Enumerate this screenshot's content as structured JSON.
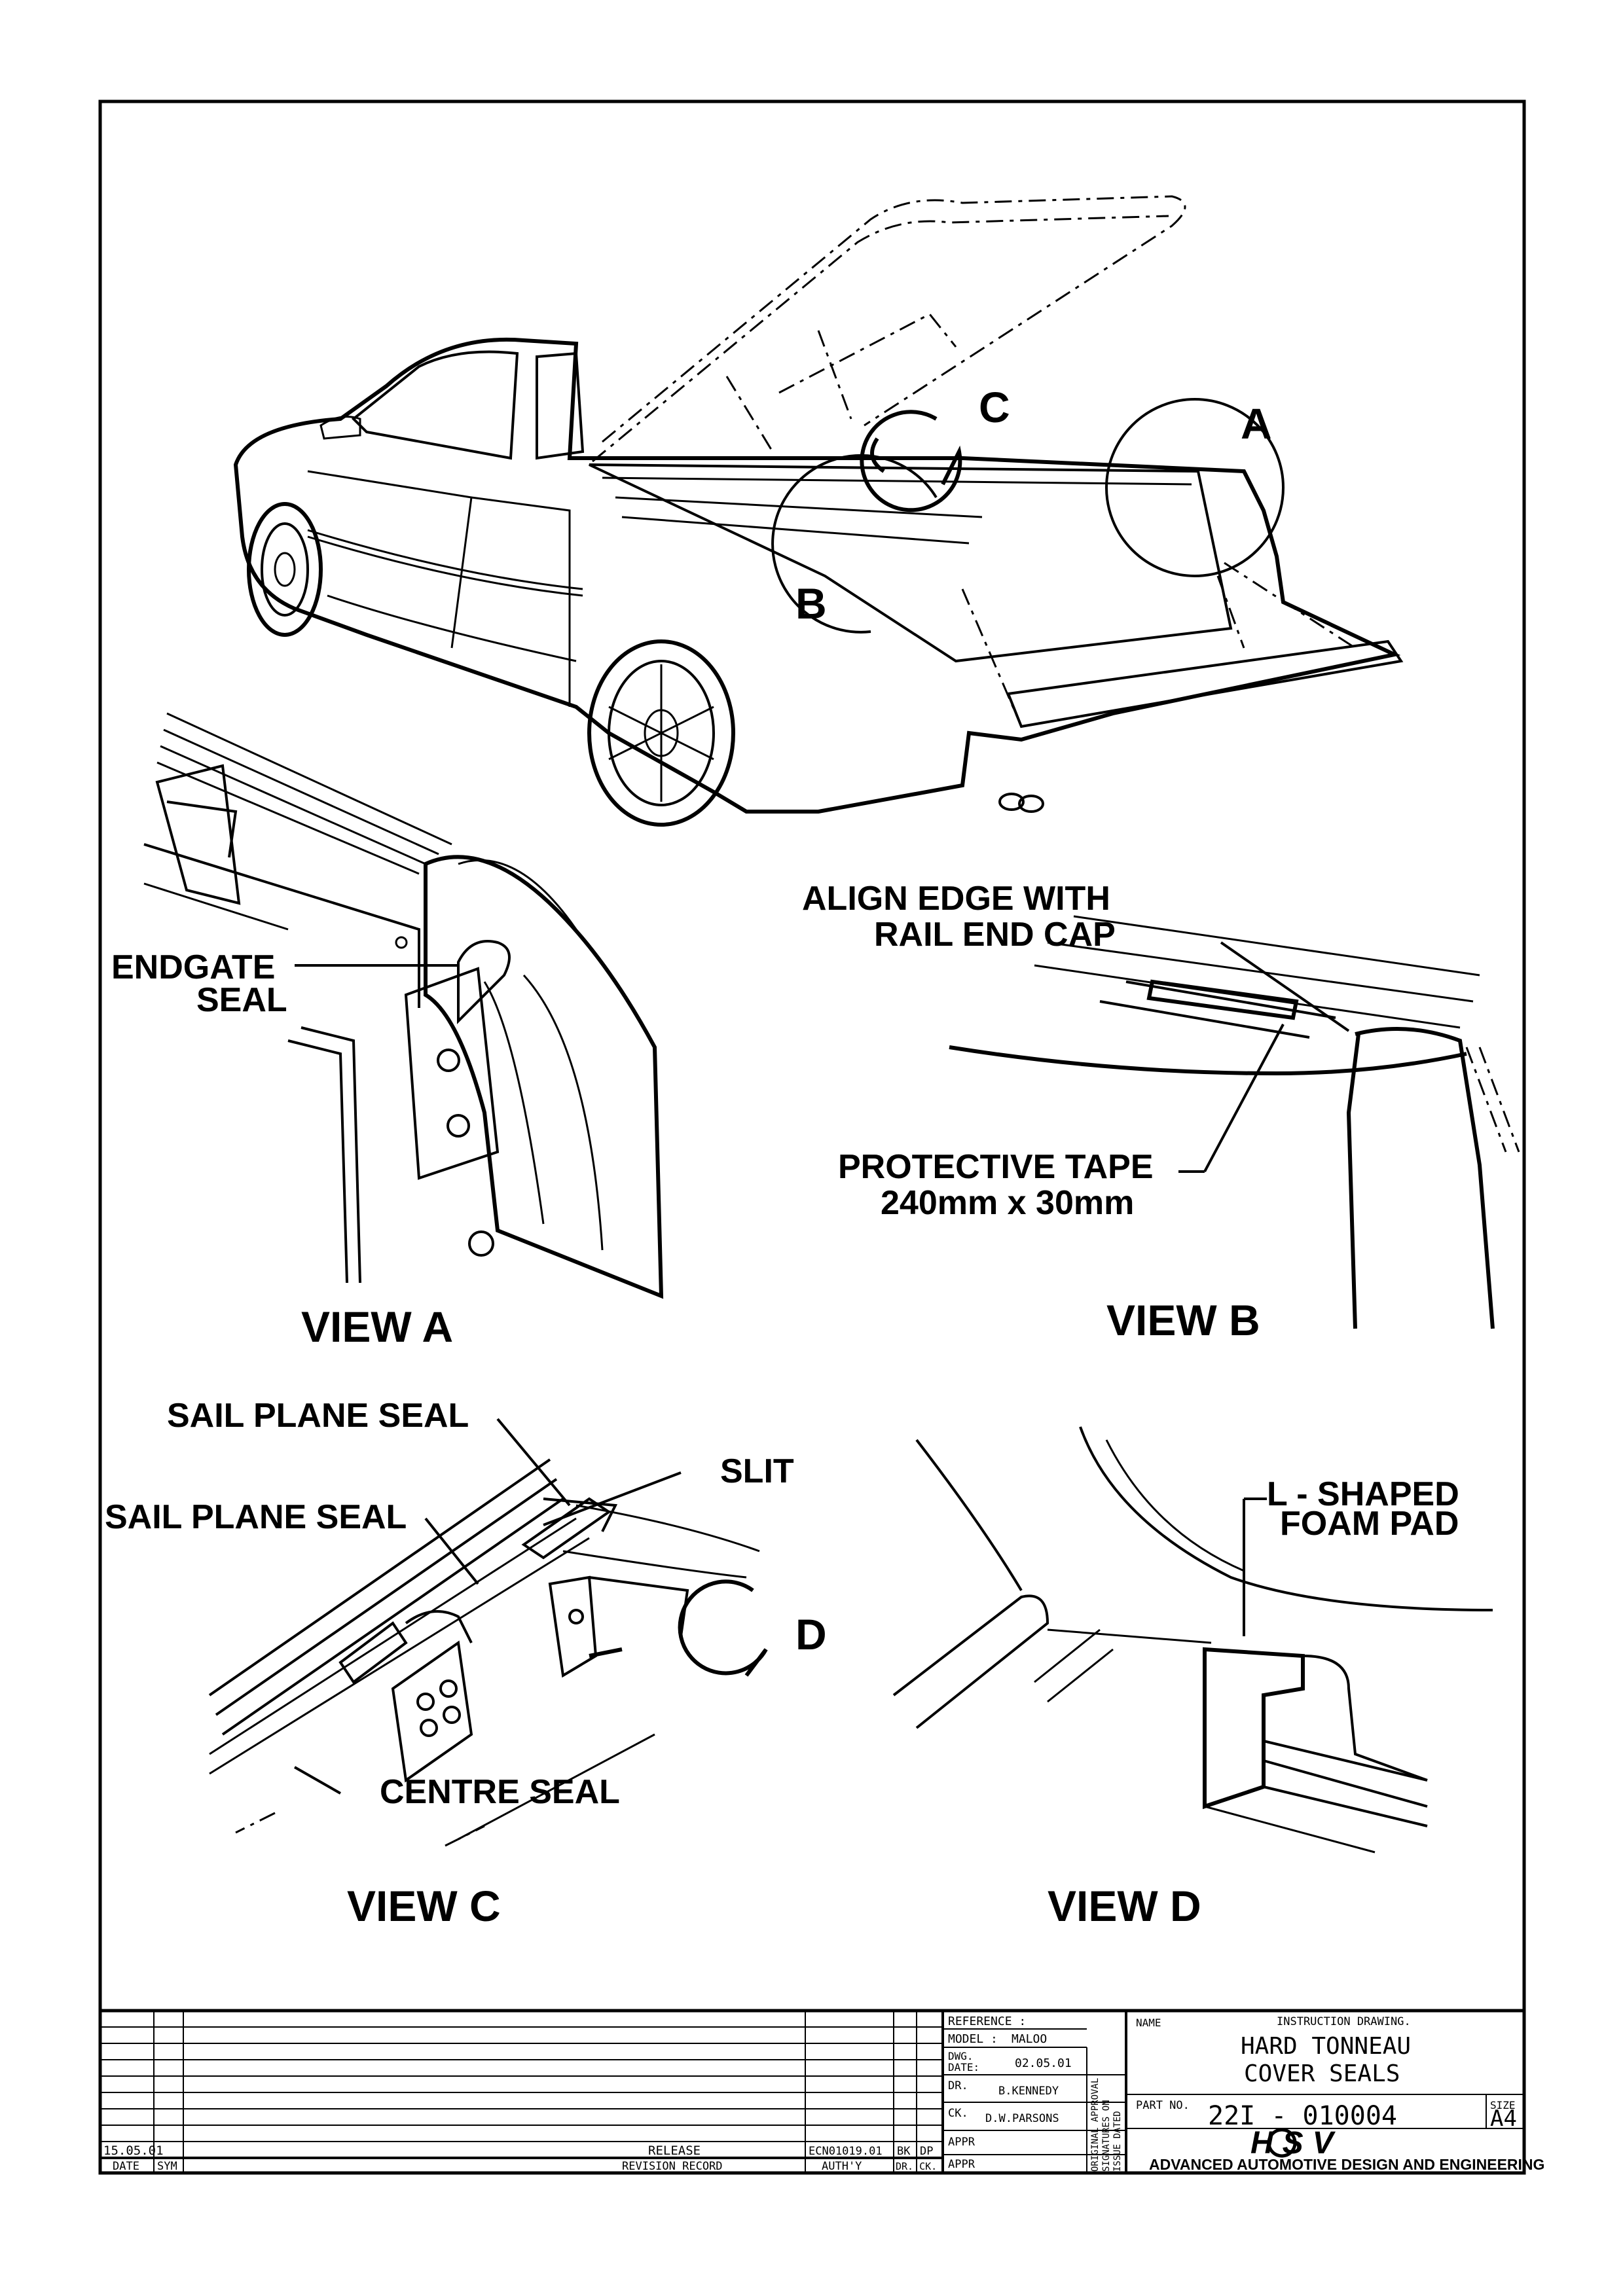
{
  "callouts": {
    "a": "A",
    "b": "B",
    "c": "C",
    "d": "D"
  },
  "views": {
    "a": "VIEW   A",
    "b": "VIEW   B",
    "c": "VIEW   C",
    "d": "VIEW   D"
  },
  "labels": {
    "endgate_seal_1": "ENDGATE",
    "endgate_seal_2": "SEAL",
    "align_edge_1": "ALIGN EDGE WITH",
    "align_edge_2": "RAIL END CAP",
    "protective_tape_1": "PROTECTIVE TAPE",
    "protective_tape_2": "240mm x 30mm",
    "sail_plane_seal_upper": "SAIL PLANE SEAL",
    "sail_plane_seal_lower": "SAIL PLANE SEAL",
    "slit": "SLIT",
    "centre_seal": "CENTRE SEAL",
    "foam_pad_1": "L - SHAPED",
    "foam_pad_2": "FOAM PAD"
  },
  "revision": {
    "date": "15.05.01",
    "description": "RELEASE",
    "ecn": "ECN01019.01",
    "authority": "BK",
    "checked": "DP",
    "col_date": "DATE",
    "col_sym": "SYM",
    "col_record": "REVISION RECORD",
    "col_auth": "AUTH'Y",
    "col_dr_ck": "DR. CK."
  },
  "title_block": {
    "reference_label": "REFERENCE :",
    "model_label": "MODEL :",
    "model_value": "MALOO",
    "dwg_date_label_1": "DWG.",
    "dwg_date_label_2": "DATE:",
    "dwg_date_value": "02.05.01",
    "dr_label": "DR.",
    "dr_value": "B.KENNEDY",
    "ck_label": "CK.",
    "ck_value": "D.W.PARSONS",
    "appr_label_1": "APPR",
    "appr_label_2": "APPR",
    "approval_vertical_1": "ORIGINAL APPROVAL",
    "approval_vertical_2": "SIGNATURES ON",
    "approval_vertical_3": "ISSUE DATED",
    "name_label": "NAME",
    "drawing_type": "INSTRUCTION DRAWING.",
    "title_line_1": "HARD TONNEAU",
    "title_line_2": "COVER SEALS",
    "part_no_label": "PART NO.",
    "part_no_value": "22I  -  010004",
    "size_label": "SIZE",
    "size_value": "A4",
    "logo": "HSV",
    "company": "ADVANCED AUTOMOTIVE DESIGN AND ENGINEERING"
  }
}
